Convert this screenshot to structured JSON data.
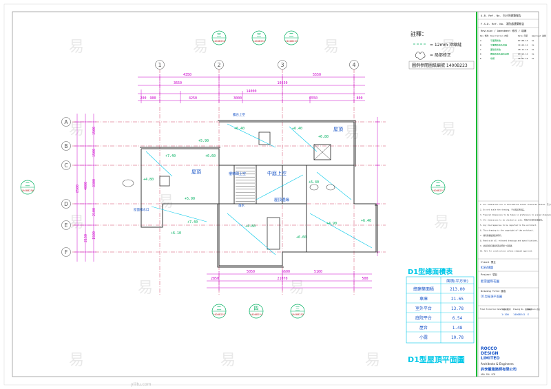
{
  "colors": {
    "wall": "#333333",
    "dim": "#cc00cc",
    "grid_red": "#d04060",
    "accent": "#00b060",
    "cyan": "#00c8e8",
    "legend_blue": "#1a56c8",
    "title_green": "#00bb33",
    "frame": "#888888"
  },
  "legend": {
    "title": "註釋：",
    "item1": "= 12mm 沖縮縫",
    "item2": "= 局部修正",
    "ref_note": "圖例參閱圖紙編號 1400B223"
  },
  "grid_columns": [
    "1",
    "2",
    "3",
    "4"
  ],
  "grid_rows": [
    "A",
    "B",
    "C",
    "D",
    "E",
    "F"
  ],
  "dimensions": {
    "top": [
      "4350",
      "5550",
      "3650",
      "10550",
      "14000",
      "200",
      "900",
      "4250",
      "3000",
      "6550",
      "800"
    ],
    "bottom": [
      "5050",
      "6600",
      "5160",
      "21070",
      "2850",
      "500"
    ],
    "left": [
      "1500",
      "1500",
      "1500",
      "3300",
      "2100",
      "2150",
      "4000",
      "8500"
    ],
    "plan": [
      "1500",
      "1600",
      "2100",
      "3200",
      "1500"
    ]
  },
  "section_markers": [
    {
      "label": "三",
      "ref": "1400B250"
    },
    {
      "label": "三",
      "ref": "1400B251"
    },
    {
      "label": "二",
      "ref": "1400B252"
    },
    {
      "label": "二",
      "ref": "1400B253"
    },
    {
      "label": "四",
      "ref": "1400B254"
    },
    {
      "label": "三",
      "ref": "1400B255"
    },
    {
      "label": "二",
      "ref": "1400B256"
    },
    {
      "label": "二",
      "ref": "1400B257"
    }
  ],
  "rooms": {
    "roof_left": "屋頂",
    "roof_right": "屋頂",
    "mid_upper_void": "中庭上空",
    "stair_upper": "樓梯間上空",
    "roof_edge": "屋頂邊緣",
    "skylight": "露台上空",
    "slope_down": "落水",
    "outlet": "屋面排水口"
  },
  "levels": [
    "+6.40",
    "+6.40",
    "+6.80",
    "+5.90",
    "+7.40",
    "+6.60",
    "+4.80",
    "+6.40",
    "+5.90",
    "+4.90",
    "+6.40",
    "+6.60",
    "+4.80",
    "+7.40",
    "+6.10"
  ],
  "area_table": {
    "title": "D1型總面積表",
    "header": "面積(平方米)",
    "rows": [
      {
        "name": "總建築面積",
        "value": "213.00"
      },
      {
        "name": "車庫",
        "value": "21.65"
      },
      {
        "name": "室外平台",
        "value": "13.78"
      },
      {
        "name": "庭院平台",
        "value": "6.54"
      },
      {
        "name": "屋台",
        "value": "1.48"
      },
      {
        "name": "小露",
        "value": "10.78"
      }
    ]
  },
  "drawing_title": "D1型屋頂平面圖",
  "title_block": {
    "header_line1": "A.B. Ref. No. 白沙灣建築報告",
    "header_line2": "F.S.D. Ref. No. 消防處建築報告",
    "rev_header": "Revision / Amendment 修改 / 增補",
    "rev_cols": [
      "Rev 修改",
      "Description 內容",
      "Date 日期",
      "Approval 審批"
    ],
    "rev_rows": [
      [
        "A",
        "平面圖修改",
        "07.08.13",
        "SL"
      ],
      [
        "B",
        "平面圖修改及增補",
        "12.09.13",
        "SL"
      ],
      [
        "C",
        "面積表修改",
        "20.11.13",
        "SL"
      ],
      [
        "D",
        "圖框修改及補充註釋",
        "04.12.13",
        "SL"
      ],
      [
        "E",
        "增補",
        "15.01.14",
        "SL"
      ]
    ],
    "notes": [
      "1. All dimensions are in millimetres unless otherwise stated. 尺寸以毫米計算。",
      "2. Do not scale the drawing. 不可按比例量度。",
      "3. Figured dimensions to be taken in preference to scaled dimensions.",
      "4. All dimensions to be checked on site. 所有尺寸須在工地核對。",
      "5. Any discrepancies to be reported to the architect.",
      "6. This drawing is the copyright of the architect.",
      "7. 圖則版權屬建築師所有。",
      "8. Read with all relevant drawings and specifications.",
      "9. 此圖須與有關圖則及說明書一併閱讀。",
      "10. Not for construction unless stamped approved."
    ],
    "client_label": "Client 業主",
    "client": "紅石域國",
    "project_label": "Project 項目",
    "project": "藍雪國際花園",
    "drawing_label": "Drawing Title 圖名",
    "drawing_name": "D1型屋頂平面圖",
    "info_cols": [
      "Final Production Date 完成日期",
      "Scale 比例",
      "Drawing No. 圖紙編號",
      "Revision 修改"
    ],
    "info_vals": [
      "",
      "1:100",
      "1400B241",
      "E"
    ],
    "firm_en": [
      "ROCCO",
      "DESIGN",
      "LIMITED"
    ],
    "firm_sub": "Architects & Engineers",
    "firm_cn": "許李嚴建築師有限公司",
    "firm_code": "ARA SRL SCB"
  },
  "watermarks": [
    "易",
    "易",
    "易",
    "易",
    "易",
    "易",
    "易",
    "易",
    "易",
    "易",
    "易",
    "易",
    "易",
    "易",
    "易",
    "易"
  ],
  "watermark_small": "yiiitu.com"
}
